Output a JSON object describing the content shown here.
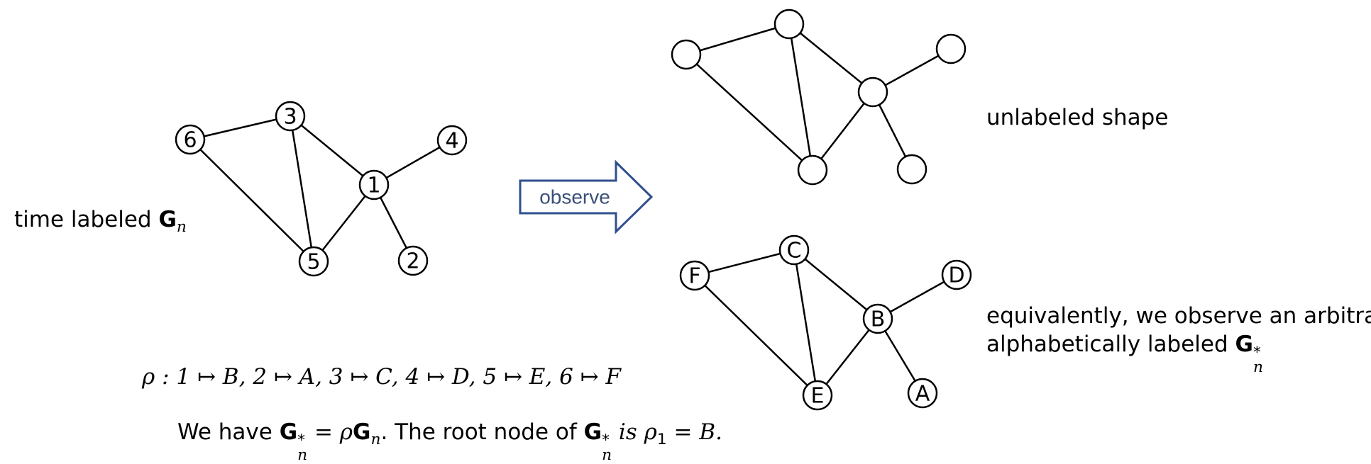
{
  "left_label": {
    "prefix": "time labeled ",
    "G": "G",
    "sub": "n"
  },
  "arrow_label": "observe",
  "right_top_label": "unlabeled shape",
  "right_bottom_label": {
    "line1": "equivalently, we observe an arbitrarily",
    "line2_prefix": "alphabetically labeled ",
    "G": "G",
    "sup": "*",
    "sub": "n"
  },
  "mapping": "ρ : 1 ↦ B, 2 ↦ A, 3 ↦ C, 4 ↦ D, 5 ↦ E, 6 ↦ F",
  "statement": {
    "p1": "We have ",
    "G1": "G",
    "sup1": "*",
    "sub1": "n",
    "p2": " = ρ",
    "G2": "G",
    "sub2": "n",
    "p3": ". The root node of ",
    "G3": "G",
    "sup3": "*",
    "sub3": "n",
    "p4": " is ρ",
    "sub4": "1",
    "p5": " = B."
  },
  "graphs": {
    "time_labeled": {
      "nodes": [
        "1",
        "2",
        "3",
        "4",
        "5",
        "6"
      ]
    },
    "alphabetic": {
      "nodes": [
        "A",
        "B",
        "C",
        "D",
        "E",
        "F"
      ]
    }
  },
  "colors": {
    "arrow_stroke": "#2f4f8f",
    "arrow_text": "#3a4f77"
  }
}
